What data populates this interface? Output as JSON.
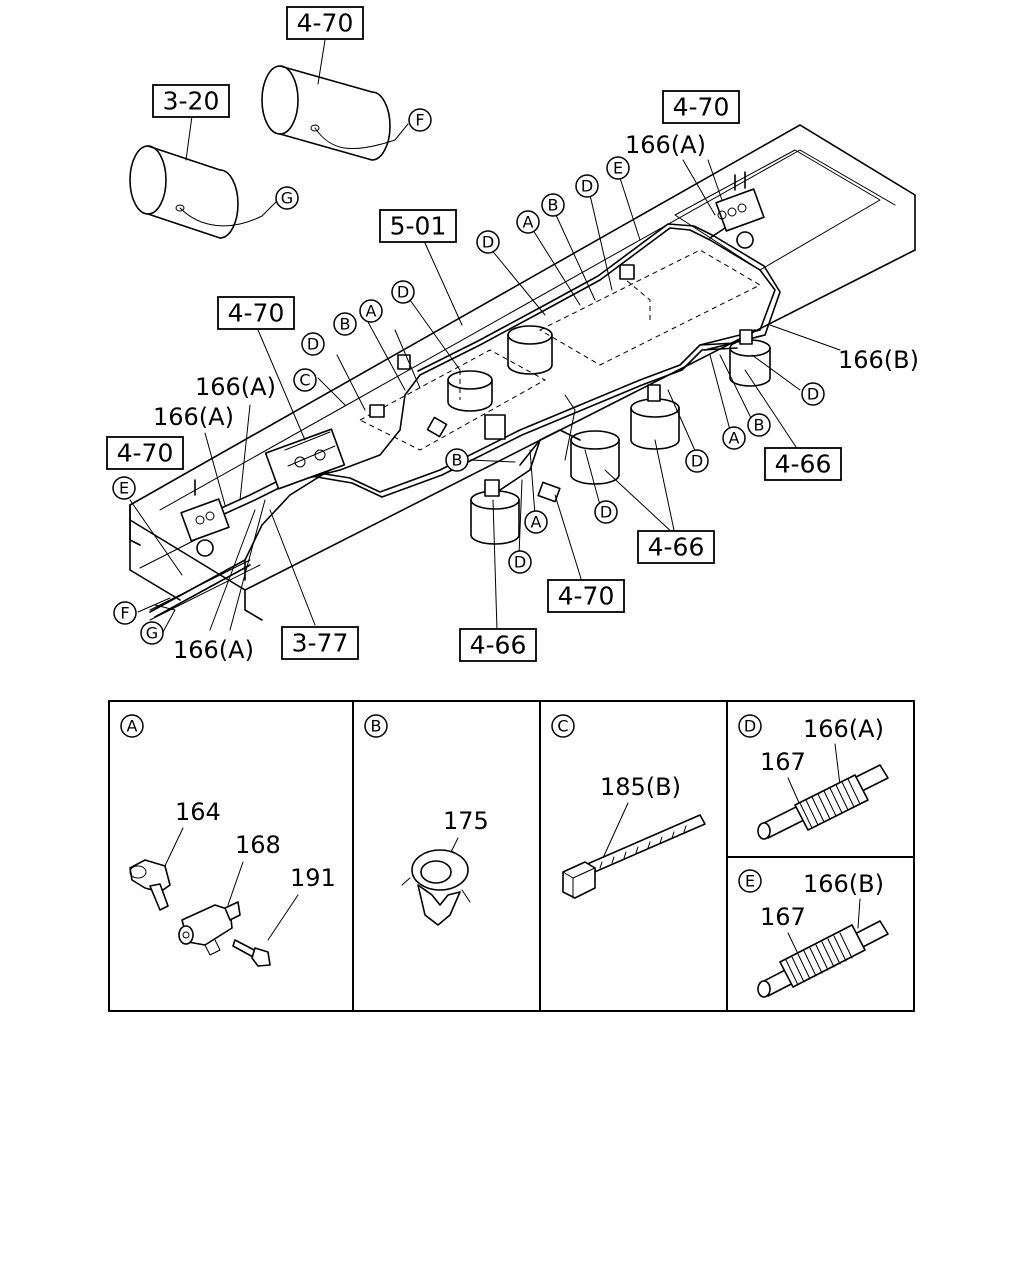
{
  "refs": {
    "r1": "4-70",
    "r2": "3-20",
    "r3": "4-70",
    "r4": "5-01",
    "r5": "4-70",
    "r6": "4-70",
    "r7": "4-66",
    "r8": "4-66",
    "r9": "4-70",
    "r10": "3-77",
    "r11": "4-66"
  },
  "parts": {
    "p166a_top": "166(A)",
    "p166b_right": "166(B)",
    "p166a_left1": "166(A)",
    "p166a_left2": "166(A)",
    "p166a_bottom": "166(A)"
  },
  "callouts": {
    "A": "A",
    "B": "B",
    "C": "C",
    "D": "D",
    "E": "E",
    "F": "F",
    "G": "G"
  },
  "details": {
    "panel_a": {
      "letter": "A",
      "parts": [
        "164",
        "168",
        "191"
      ]
    },
    "panel_b": {
      "letter": "B",
      "parts": [
        "175"
      ]
    },
    "panel_c": {
      "letter": "C",
      "parts": [
        "185(B)"
      ]
    },
    "panel_d": {
      "letter": "D",
      "parts": [
        "166(A)",
        "167"
      ]
    },
    "panel_e": {
      "letter": "E",
      "parts": [
        "166(B)",
        "167"
      ]
    }
  }
}
